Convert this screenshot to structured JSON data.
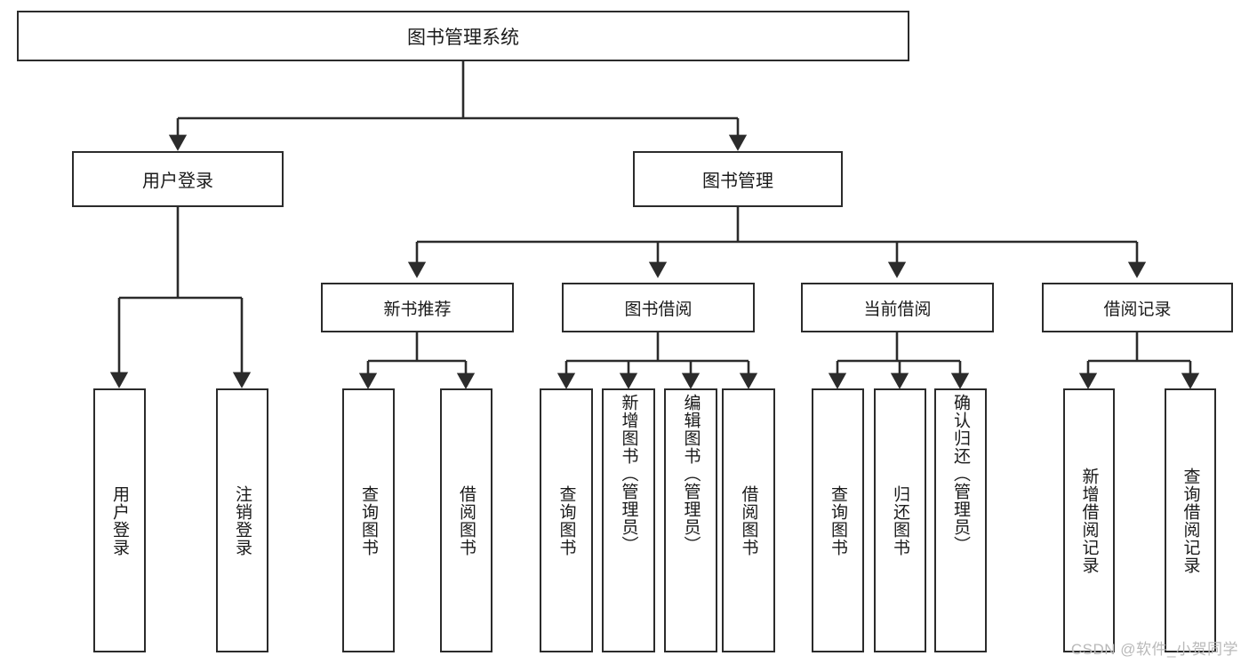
{
  "diagram": {
    "title_text": "图书管理系统",
    "type": "hierarchy-tree",
    "colors": {
      "box_border": "#2b2b2b",
      "box_fill": "#ffffff",
      "edge": "#2b2b2b",
      "text": "#1a1a1a",
      "watermark": "#b9b9b9"
    },
    "nodes": {
      "root": {
        "label": "图书管理系统"
      },
      "level2": [
        {
          "id": "user-login",
          "label": "用户登录"
        },
        {
          "id": "book-management",
          "label": "图书管理"
        }
      ],
      "level3": [
        {
          "id": "new-book-recommend",
          "label": "新书推荐"
        },
        {
          "id": "book-borrow",
          "label": "图书借阅"
        },
        {
          "id": "current-borrow",
          "label": "当前借阅"
        },
        {
          "id": "borrow-record",
          "label": "借阅记录"
        }
      ],
      "leaves": {
        "user-login": [
          {
            "id": "leaf-user-login",
            "label": "用户登录"
          },
          {
            "id": "leaf-logout-login",
            "label": "注销登录"
          }
        ],
        "new-book-recommend": [
          {
            "id": "leaf-query-book-1",
            "label": "查询图书"
          },
          {
            "id": "leaf-borrow-book-1",
            "label": "借阅图书"
          }
        ],
        "book-borrow": [
          {
            "id": "leaf-query-book-2",
            "label": "查询图书"
          },
          {
            "id": "leaf-add-book-admin",
            "label": "新增图书（管理员）"
          },
          {
            "id": "leaf-edit-book-admin",
            "label": "编辑图书（管理员）"
          },
          {
            "id": "leaf-borrow-book-2",
            "label": "借阅图书"
          }
        ],
        "current-borrow": [
          {
            "id": "leaf-query-book-3",
            "label": "查询图书"
          },
          {
            "id": "leaf-return-book",
            "label": "归还图书"
          },
          {
            "id": "leaf-confirm-return-admin",
            "label": "确认归还（管理员）"
          }
        ],
        "borrow-record": [
          {
            "id": "leaf-add-borrow-record",
            "label": "新增借阅记录"
          },
          {
            "id": "leaf-query-borrow-record",
            "label": "查询借阅记录"
          }
        ]
      }
    },
    "watermark": "CSDN @软件_小贺同学"
  }
}
